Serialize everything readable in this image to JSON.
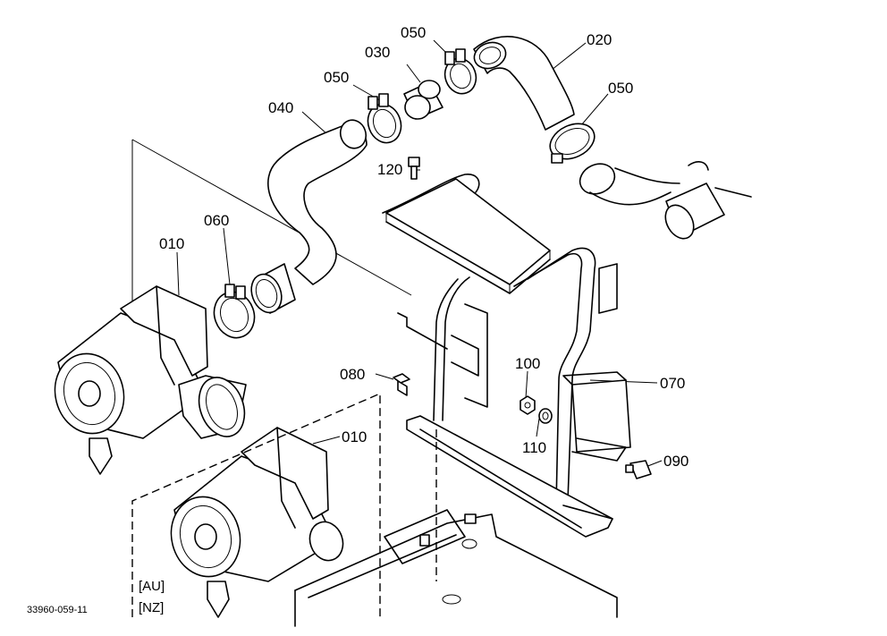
{
  "callouts": {
    "p050_a": "050",
    "p030": "030",
    "p050_b": "050",
    "p020": "020",
    "p050_c": "050",
    "p040": "040",
    "p120": "120",
    "p060": "060",
    "p010_a": "010",
    "p100": "100",
    "p080": "080",
    "p070": "070",
    "p110": "110",
    "p090": "090",
    "p010_b": "010"
  },
  "region_labels": {
    "au": "[AU]",
    "nz": "[NZ]"
  },
  "document_number": "33960-059-11"
}
